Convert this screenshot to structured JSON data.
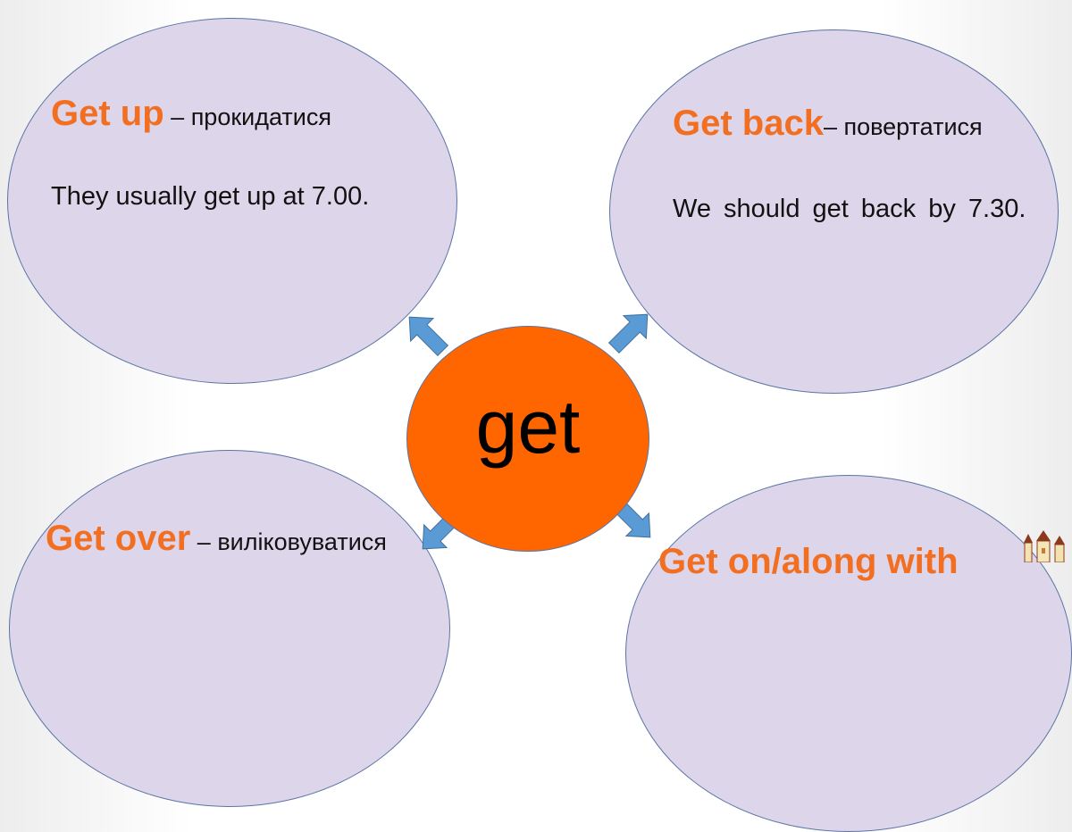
{
  "center": {
    "label": "get"
  },
  "bubbles": [
    {
      "term": "Get up",
      "translation": " – прокидатися",
      "example": "They usually get up at 7.00."
    },
    {
      "term": "Get back",
      "translation": "– повертатися",
      "example": "We should get back by 7.30."
    },
    {
      "term": "Get over",
      "translation": " – виліковуватися",
      "example": ""
    },
    {
      "term": "Get on/along with",
      "translation": "",
      "example": ""
    }
  ],
  "colors": {
    "bubble_fill": "#ddd5ea",
    "center_fill": "#ff6600",
    "term": "#f26f21",
    "arrow": "#5b9bd5"
  }
}
